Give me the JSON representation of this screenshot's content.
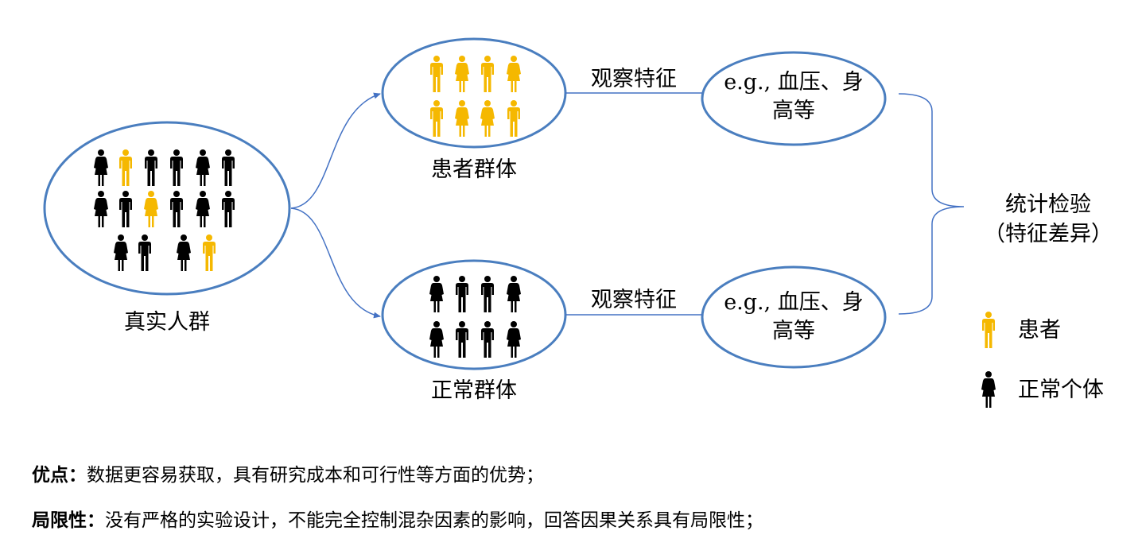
{
  "nodes": {
    "population": "真实人群",
    "patient_group": "患者群体",
    "normal_group": "正常群体",
    "feature_top": [
      "e.g., 血压、身",
      "高等"
    ],
    "feature_bottom": [
      "e.g., 血压、身",
      "高等"
    ],
    "test": [
      "统计检验",
      "（特征差异）"
    ]
  },
  "edges": {
    "observe_top": "观察特征",
    "observe_bottom": "观察特征"
  },
  "legend": {
    "patient": "患者",
    "normal": "正常个体"
  },
  "notes": {
    "pros_label": "优点：",
    "pros_text": "数据更容易获取，具有研究成本和可行性等方面的优势；",
    "cons_label": "局限性：",
    "cons_text": "没有严格的实验设计，不能完全控制混杂因素的影响，回答因果关系具有局限性；"
  },
  "colors": {
    "circle_stroke": "#4a7ebf",
    "patient": "#f5b800",
    "normal": "#000000",
    "arrow": "#4472c4"
  },
  "icons": {
    "patient": "person-icon",
    "normal": "person-icon"
  }
}
